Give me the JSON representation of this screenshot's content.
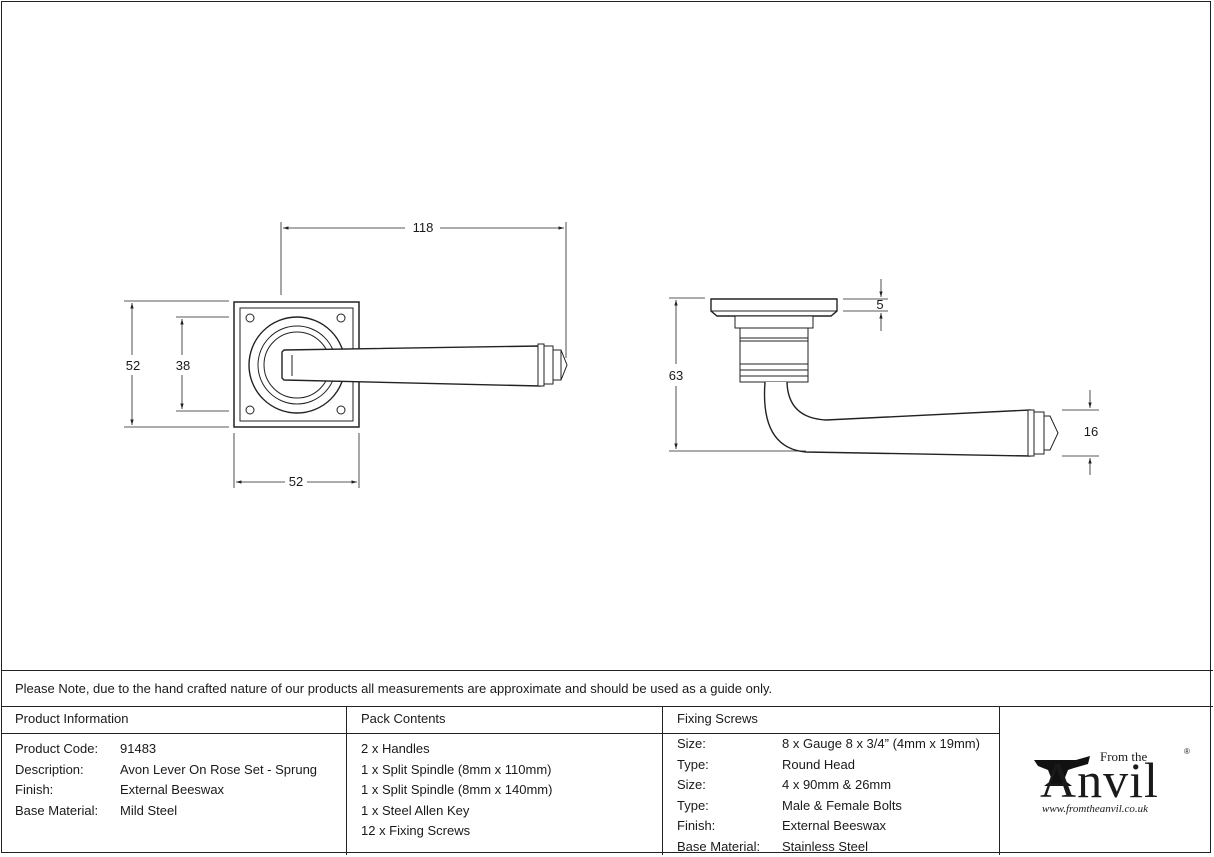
{
  "dimensions": {
    "front_width_top": "118",
    "front_height_outer": "52",
    "front_height_inner": "38",
    "front_width_bottom": "52",
    "side_rose_thickness": "5",
    "side_height": "63",
    "side_lever_height": "16"
  },
  "note": "Please Note, due to the hand crafted nature of our products all measurements are approximate and should be used as a guide only.",
  "product_information": {
    "heading": "Product Information",
    "rows": [
      {
        "label": "Product Code:",
        "value": "91483"
      },
      {
        "label": "Description:",
        "value": "Avon Lever On Rose Set - Sprung"
      },
      {
        "label": "Finish:",
        "value": "External Beeswax"
      },
      {
        "label": "Base Material:",
        "value": "Mild Steel"
      }
    ]
  },
  "pack_contents": {
    "heading": "Pack Contents",
    "items": [
      "2 x Handles",
      "1 x Split Spindle (8mm x 110mm)",
      "1 x Split Spindle (8mm x 140mm)",
      "1 x Steel Allen Key",
      "12 x Fixing Screws"
    ]
  },
  "fixing_screws": {
    "heading": "Fixing Screws",
    "rows": [
      {
        "label": "Size:",
        "value": "8 x Gauge 8 x 3/4” (4mm x 19mm)"
      },
      {
        "label": "Type:",
        "value": "Round Head"
      },
      {
        "label": "Size:",
        "value": "4 x 90mm & 26mm"
      },
      {
        "label": "Type:",
        "value": "Male & Female Bolts"
      },
      {
        "label": "Finish:",
        "value": "External Beeswax"
      },
      {
        "label": "Base Material:",
        "value": "Stainless Steel"
      }
    ]
  },
  "logo": {
    "from_the": "From the",
    "wordmark": "Anvil",
    "registered": "®",
    "url": "www.fromtheanvil.co.uk"
  }
}
